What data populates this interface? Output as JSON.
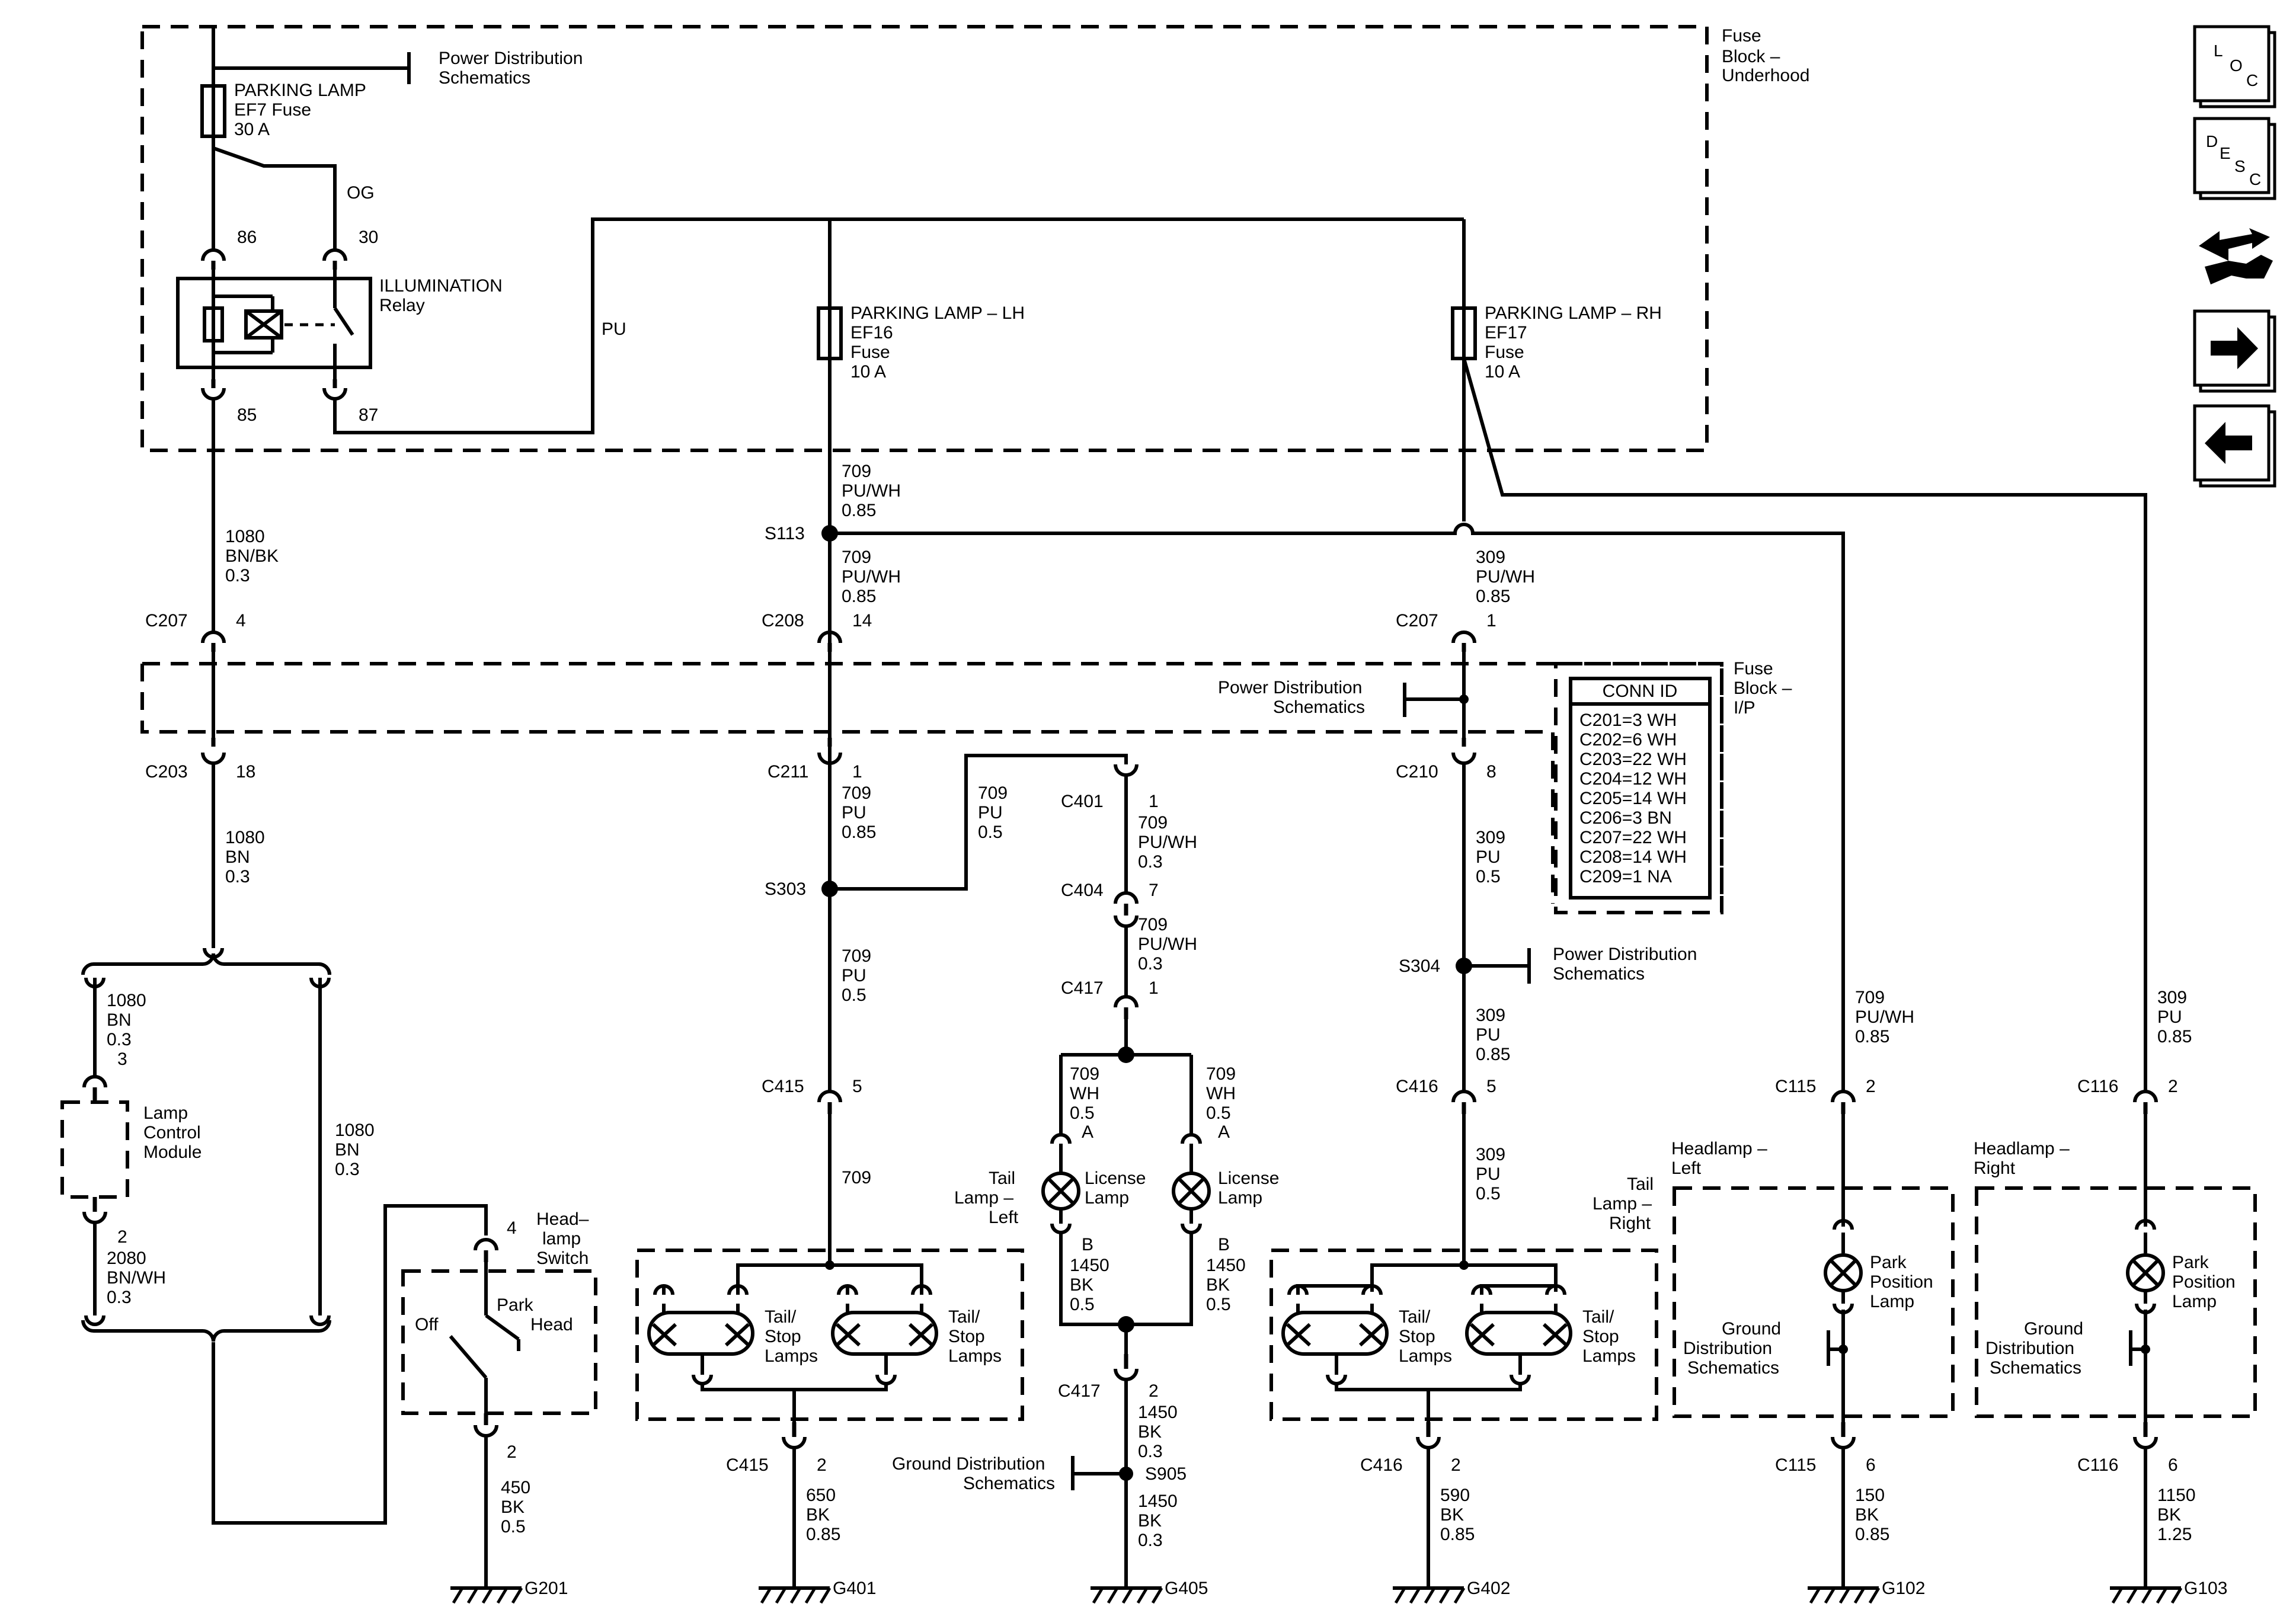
{
  "fuse_block_underhood": {
    "line1": "Fuse",
    "line2": "Block –",
    "line3": "Underhood"
  },
  "fuse_block_ip": {
    "line1": "Fuse",
    "line2": "Block –",
    "line3": "I/P"
  },
  "pds_top": {
    "line1": "Power Distribution",
    "line2": "Schematics"
  },
  "pds_ip": {
    "line1": "Power Distribution",
    "line2": "Schematics"
  },
  "pds_s304": {
    "line1": "Power Distribution",
    "line2": "Schematics"
  },
  "fuse_ef7": {
    "line1": "PARKING LAMP",
    "line2": "EF7 Fuse",
    "line3": "30 A"
  },
  "fuse_ef16": {
    "line1": "PARKING LAMP – LH",
    "line2": "EF16",
    "line3": "Fuse",
    "line4": "10 A"
  },
  "fuse_ef17": {
    "line1": "PARKING LAMP – RH",
    "line2": "EF17",
    "line3": "Fuse",
    "line4": "10 A"
  },
  "relay": {
    "line1": "ILLUMINATION",
    "line2": "Relay",
    "pin86": "86",
    "pin30": "30",
    "pin85": "85",
    "pin87": "87",
    "og": "OG",
    "pu": "PU"
  },
  "wires": {
    "w1080bnbk": {
      "l1": "1080",
      "l2": "BN/BK",
      "l3": "0.3"
    },
    "w1080bn_a": {
      "l1": "1080",
      "l2": "BN",
      "l3": "0.3"
    },
    "w1080bn_b": {
      "l1": "1080",
      "l2": "BN",
      "l3": "0.3"
    },
    "w1080bn_c": {
      "l1": "1080",
      "l2": "BN",
      "l3": "0.3"
    },
    "w2080": {
      "l1": "2080",
      "l2": "BN/WH",
      "l3": "0.3"
    },
    "w450": {
      "l1": "450",
      "l2": "BK",
      "l3": "0.5"
    },
    "w709pwh_a": {
      "l1": "709",
      "l2": "PU/WH",
      "l3": "0.85"
    },
    "w709pwh_b": {
      "l1": "709",
      "l2": "PU/WH",
      "l3": "0.85"
    },
    "w709pu_a": {
      "l1": "709",
      "l2": "PU",
      "l3": "0.85"
    },
    "w709pu_b": {
      "l1": "709",
      "l2": "PU",
      "l3": "0.5"
    },
    "w709pu_c": {
      "l1": "709",
      "l2": "PU",
      "l3": "0.5"
    },
    "w709": {
      "l1": "709"
    },
    "w709pwh_c": {
      "l1": "709",
      "l2": "PU/WH",
      "l3": "0.3"
    },
    "w709pwh_d": {
      "l1": "709",
      "l2": "PU/WH",
      "l3": "0.3"
    },
    "w709wh_l": {
      "l1": "709",
      "l2": "WH",
      "l3": "0.5"
    },
    "w709wh_r": {
      "l1": "709",
      "l2": "WH",
      "l3": "0.5"
    },
    "w1450_l": {
      "l1": "1450",
      "l2": "BK",
      "l3": "0.5"
    },
    "w1450_r": {
      "l1": "1450",
      "l2": "BK",
      "l3": "0.5"
    },
    "w1450_a": {
      "l1": "1450",
      "l2": "BK",
      "l3": "0.3"
    },
    "w1450_b": {
      "l1": "1450",
      "l2": "BK",
      "l3": "0.3"
    },
    "w650": {
      "l1": "650",
      "l2": "BK",
      "l3": "0.85"
    },
    "w309pwh": {
      "l1": "309",
      "l2": "PU/WH",
      "l3": "0.85"
    },
    "w309pu_a": {
      "l1": "309",
      "l2": "PU",
      "l3": "0.5"
    },
    "w309pu_b": {
      "l1": "309",
      "l2": "PU",
      "l3": "0.85"
    },
    "w309pu_c": {
      "l1": "309",
      "l2": "PU",
      "l3": "0.5"
    },
    "w590": {
      "l1": "590",
      "l2": "BK",
      "l3": "0.85"
    },
    "w709pwh_e": {
      "l1": "709",
      "l2": "PU/WH",
      "l3": "0.85"
    },
    "w150": {
      "l1": "150",
      "l2": "BK",
      "l3": "0.85"
    },
    "w309pu_d": {
      "l1": "309",
      "l2": "PU",
      "l3": "0.85"
    },
    "w1150": {
      "l1": "1150",
      "l2": "BK",
      "l3": "1.25"
    }
  },
  "connectors": {
    "c207a": {
      "id": "C207",
      "pin": "4"
    },
    "c203": {
      "id": "C203",
      "pin": "18"
    },
    "c208": {
      "id": "C208",
      "pin": "14"
    },
    "c211": {
      "id": "C211",
      "pin": "1"
    },
    "c207b": {
      "id": "C207",
      "pin": "1"
    },
    "c210": {
      "id": "C210",
      "pin": "8"
    },
    "c401": {
      "id": "C401",
      "pin": "1"
    },
    "c404": {
      "id": "C404",
      "pin": "7"
    },
    "c417a": {
      "id": "C417",
      "pin": "1"
    },
    "c417b": {
      "id": "C417",
      "pin": "2"
    },
    "c415a": {
      "id": "C415",
      "pin": "5"
    },
    "c415b": {
      "id": "C415",
      "pin": "2"
    },
    "c416a": {
      "id": "C416",
      "pin": "5"
    },
    "c416b": {
      "id": "C416",
      "pin": "2"
    },
    "c115a": {
      "id": "C115",
      "pin": "2"
    },
    "c115b": {
      "id": "C115",
      "pin": "6"
    },
    "c116a": {
      "id": "C116",
      "pin": "2"
    },
    "c116b": {
      "id": "C116",
      "pin": "6"
    },
    "lcm_p3": {
      "pin": "3"
    },
    "lcm_p2": {
      "pin": "2"
    },
    "hs_p4": {
      "pin": "4"
    },
    "hs_p2": {
      "pin": "2"
    }
  },
  "splices": {
    "s113": "S113",
    "s303": "S303",
    "s304": "S304",
    "s905": "S905"
  },
  "grounds": {
    "g201": "G201",
    "g401": "G401",
    "g405": "G405",
    "g402": "G402",
    "g102": "G102",
    "g103": "G103"
  },
  "conn_id": {
    "title": "CONN ID",
    "rows": [
      "C201=3 WH",
      "C202=6 WH",
      "C203=22 WH",
      "C204=12 WH",
      "C205=14 WH",
      "C206=3 BN",
      "C207=22 WH",
      "C208=14 WH",
      "C209=1 NA"
    ]
  },
  "lcm": {
    "line1": "Lamp",
    "line2": "Control",
    "line3": "Module"
  },
  "headlamp_switch": {
    "line1": "Head–",
    "line2": "lamp",
    "line3": "Switch",
    "off": "Off",
    "park": "Park",
    "head": "Head"
  },
  "tail_left": {
    "line1": "Tail",
    "line2": "Lamp –",
    "line3": "Left"
  },
  "tail_right": {
    "line1": "Tail",
    "line2": "Lamp –",
    "line3": "Right"
  },
  "tail_stop": {
    "line1": "Tail/",
    "line2": "Stop",
    "line3": "Lamps"
  },
  "license": {
    "line1": "License",
    "line2": "Lamp",
    "pa": "A",
    "pb": "B"
  },
  "headlamp_left": {
    "line1": "Headlamp –",
    "line2": "Left"
  },
  "headlamp_right": {
    "line1": "Headlamp –",
    "line2": "Right"
  },
  "park_lamp": {
    "line1": "Park",
    "line2": "Position",
    "line3": "Lamp"
  },
  "gds": {
    "line1": "Ground",
    "line2": "Distribution",
    "line3": "Schematics"
  },
  "gds_s905": {
    "line1": "Ground Distribution",
    "line2": "Schematics"
  },
  "nav": {
    "loc_l": "L",
    "loc_o": "O",
    "loc_c": "C",
    "desc_d": "D",
    "desc_e": "E",
    "desc_s": "S",
    "desc_c": "C"
  }
}
